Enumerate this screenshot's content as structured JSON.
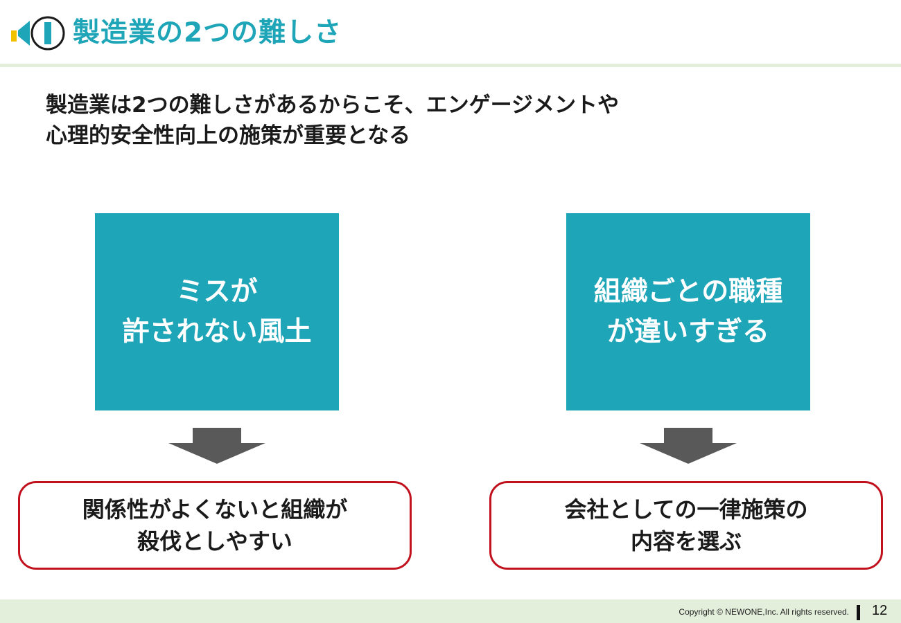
{
  "header": {
    "title": "製造業の2つの難しさ"
  },
  "lead": {
    "line1": "製造業は2つの難しさがあるからこそ、エンゲージメントや",
    "line2": "心理的安全性向上の施策が重要となる"
  },
  "columns": [
    {
      "challenge_line1": "ミスが",
      "challenge_line2": "許されない風土",
      "outcome_line1": "関係性がよくないと組織が",
      "outcome_line2": "殺伐としやすい"
    },
    {
      "challenge_line1": "組織ごとの職種",
      "challenge_line2": "が違いすぎる",
      "outcome_line1": "会社としての一律施策の",
      "outcome_line2": "内容を選ぶ"
    }
  ],
  "footer": {
    "copyright": "Copyright © NEWONE,Inc.  All rights reserved.",
    "page_number": "12"
  },
  "colors": {
    "accent": "#1fa5b8",
    "outcome_border": "#c1111d",
    "band": "#e3eedb",
    "arrow": "#595959",
    "logo_yellow": "#f2c200"
  }
}
